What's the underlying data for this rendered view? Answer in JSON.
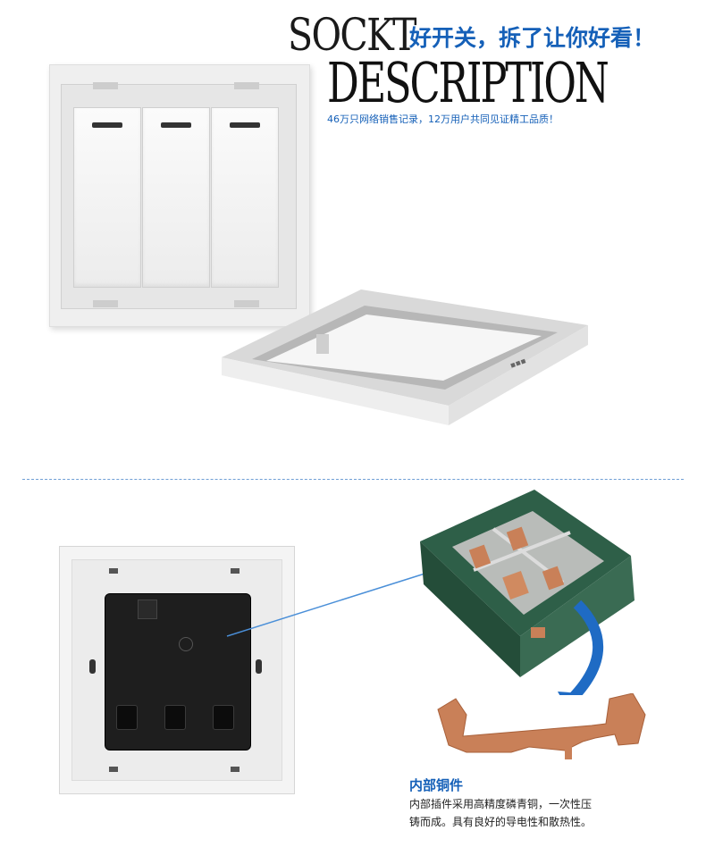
{
  "header": {
    "title_en_line1": "SOCKT",
    "title_cn": "好开关，拆了让你好看！",
    "title_en_line2": "DESCRIPTION",
    "subtitle": "46万只网络销售记录，12万用户共同见证精工品质！"
  },
  "caption": {
    "title": "内部铜件",
    "line1": "内部插件采用高精度磷青铜，一次性压",
    "line2": "铸而成。具有良好的导电性和散热性。"
  },
  "colors": {
    "accent_blue": "#1560b8",
    "housing_green": "#2e5f48",
    "copper": "#c98058"
  }
}
